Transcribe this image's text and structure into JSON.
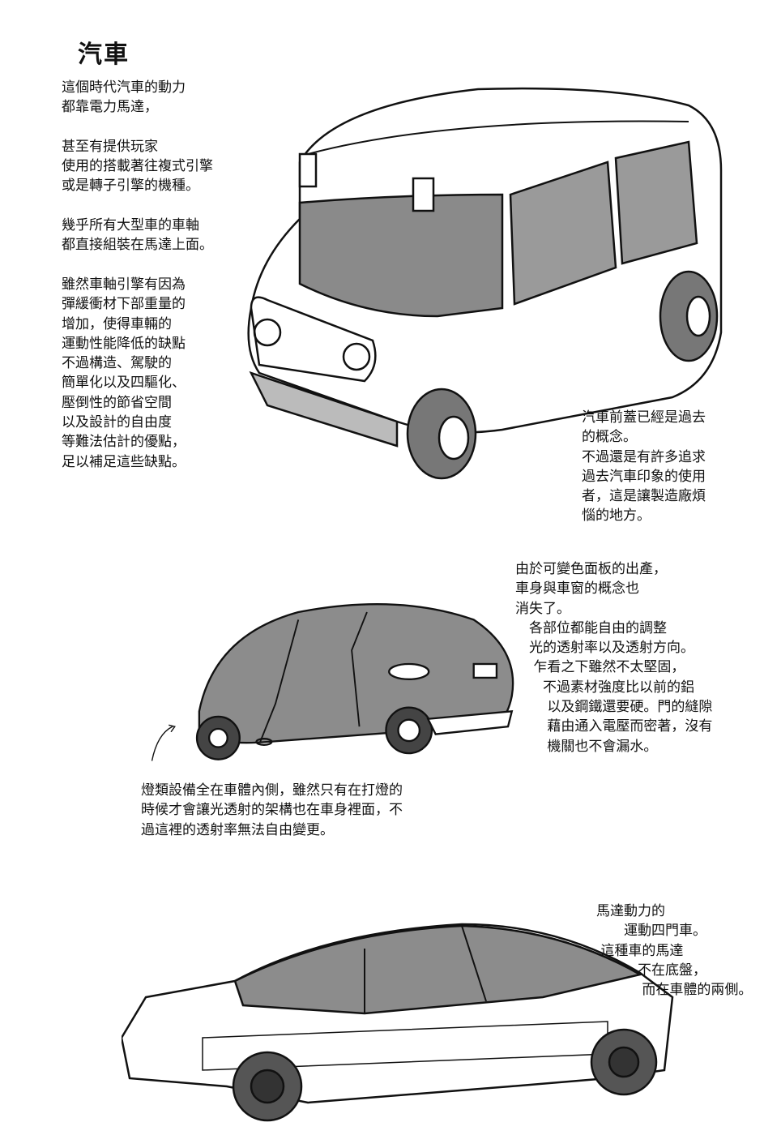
{
  "page": {
    "title": "汽車",
    "intro": [
      "這個時代汽車的動力",
      "都靠電力馬達，",
      "",
      "甚至有提供玩家",
      "使用的搭載著往複式引擎",
      "或是轉子引擎的機種。",
      "",
      "幾乎所有大型車的車軸",
      "都直接組裝在馬達上面。",
      "",
      "雖然車軸引擎有因為",
      "彈緩衝材下部重量的",
      "增加，使得車輛的",
      "運動性能降低的缺點",
      "不過構造、駕駛的",
      "簡單化以及四驅化、",
      "壓倒性的節省空間",
      "以及設計的自由度",
      "等難法估計的優點，",
      "足以補足這些缺點。"
    ],
    "hood_note": [
      "汽車前蓋已經是過去",
      "的概念。",
      "不過還是有許多追求",
      "過去汽車印象的使用",
      "者，這是讓製造廠煩",
      "惱的地方。"
    ],
    "panel_note": [
      "由於可變色面板的出產，",
      "車身與車窗的概念也",
      "消失了。",
      "　各部位都能自由的調整",
      "　光的透射率以及透射方向。",
      "　 乍看之下雖然不太堅固，",
      "　　不過素材強度比以前的鋁",
      "　　 以及鋼鐵還要硬。門的縫隙",
      "　　 藉由通入電壓而密著，沒有",
      "　　 機關也不會漏水。"
    ],
    "light_note": [
      "燈類設備全在車體內側，雖然只有在打燈的",
      "時候才會讓光透射的架構也在車身裡面，不",
      "過這裡的透射率無法自由變更。"
    ],
    "sedan_note": [
      "馬達動力的",
      "　　運動四門車。",
      " 這種車的馬達",
      "　　　不在底盤，",
      "　　　 而在車體的兩側。"
    ]
  }
}
